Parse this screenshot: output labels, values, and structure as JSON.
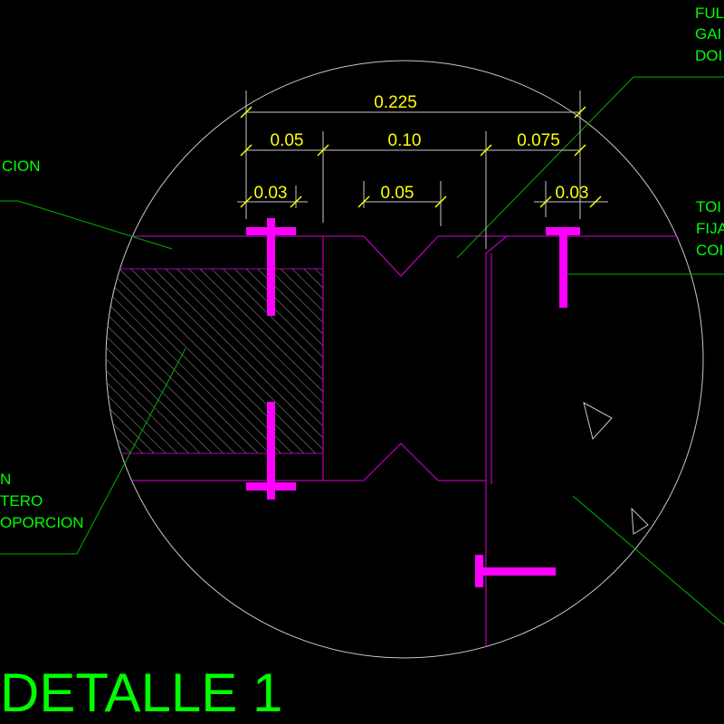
{
  "title": "DETALLE 1",
  "dimensions": {
    "overall": "0.225",
    "seg_left": "0.05",
    "seg_mid": "0.10",
    "seg_right": "0.075",
    "sub_left": "0.03",
    "sub_mid": "0.05",
    "sub_right": "0.03"
  },
  "labels": {
    "top_right": [
      "FUL",
      "GAI",
      "DOI"
    ],
    "mid_right": [
      "TOI",
      "FIJA",
      "COI"
    ],
    "left_top": [
      "CION"
    ],
    "left_bottom": [
      "N",
      "TERO",
      "OPORCION"
    ]
  },
  "colors": {
    "background": "#000000",
    "magenta": "#ff00ff",
    "outline": "#b000b0",
    "green": "#00ff00",
    "dimension": "#ffff00",
    "leader": "#00b000",
    "circle": "#c8c8c8"
  }
}
